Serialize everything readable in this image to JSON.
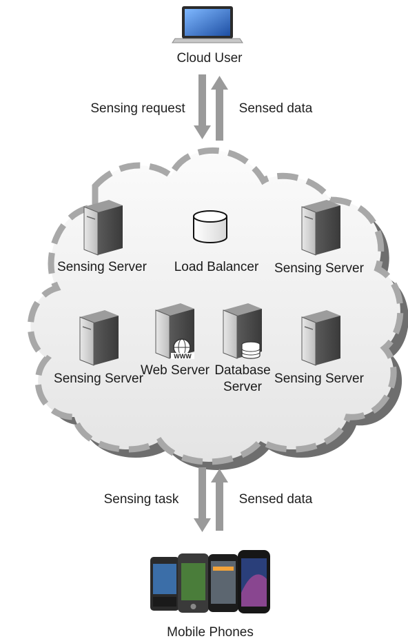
{
  "top": {
    "user_label": "Cloud User",
    "request_label": "Sensing request",
    "response_label": "Sensed data"
  },
  "cloud": {
    "nodes": [
      {
        "line1": "Sensing",
        "line2": "Server",
        "icon": "server-icon"
      },
      {
        "line1": "Load",
        "line2": "Balancer",
        "icon": "database-cylinder-icon"
      },
      {
        "line1": "Sensing",
        "line2": "Server",
        "icon": "server-icon"
      },
      {
        "line1": "Sensing",
        "line2": "Server",
        "icon": "server-icon"
      },
      {
        "line1": "Web",
        "line2": "Server",
        "icon": "server-globe-icon",
        "badge": "WWW"
      },
      {
        "line1": "Database",
        "line2": "Server",
        "icon": "server-disks-icon"
      },
      {
        "line1": "Sensing",
        "line2": "Server",
        "icon": "server-icon"
      }
    ]
  },
  "bottom": {
    "task_label": "Sensing task",
    "response_label": "Sensed data",
    "phones_label": "Mobile Phones"
  },
  "colors": {
    "arrow": "#9a9a9a",
    "cloud_fill": "#f2f2f2",
    "cloud_dash": "#a8a8a8",
    "cloud_shadow": "#6e6e6e",
    "server_dark": "#4a4a4a",
    "server_light": "#d9d9d9"
  }
}
